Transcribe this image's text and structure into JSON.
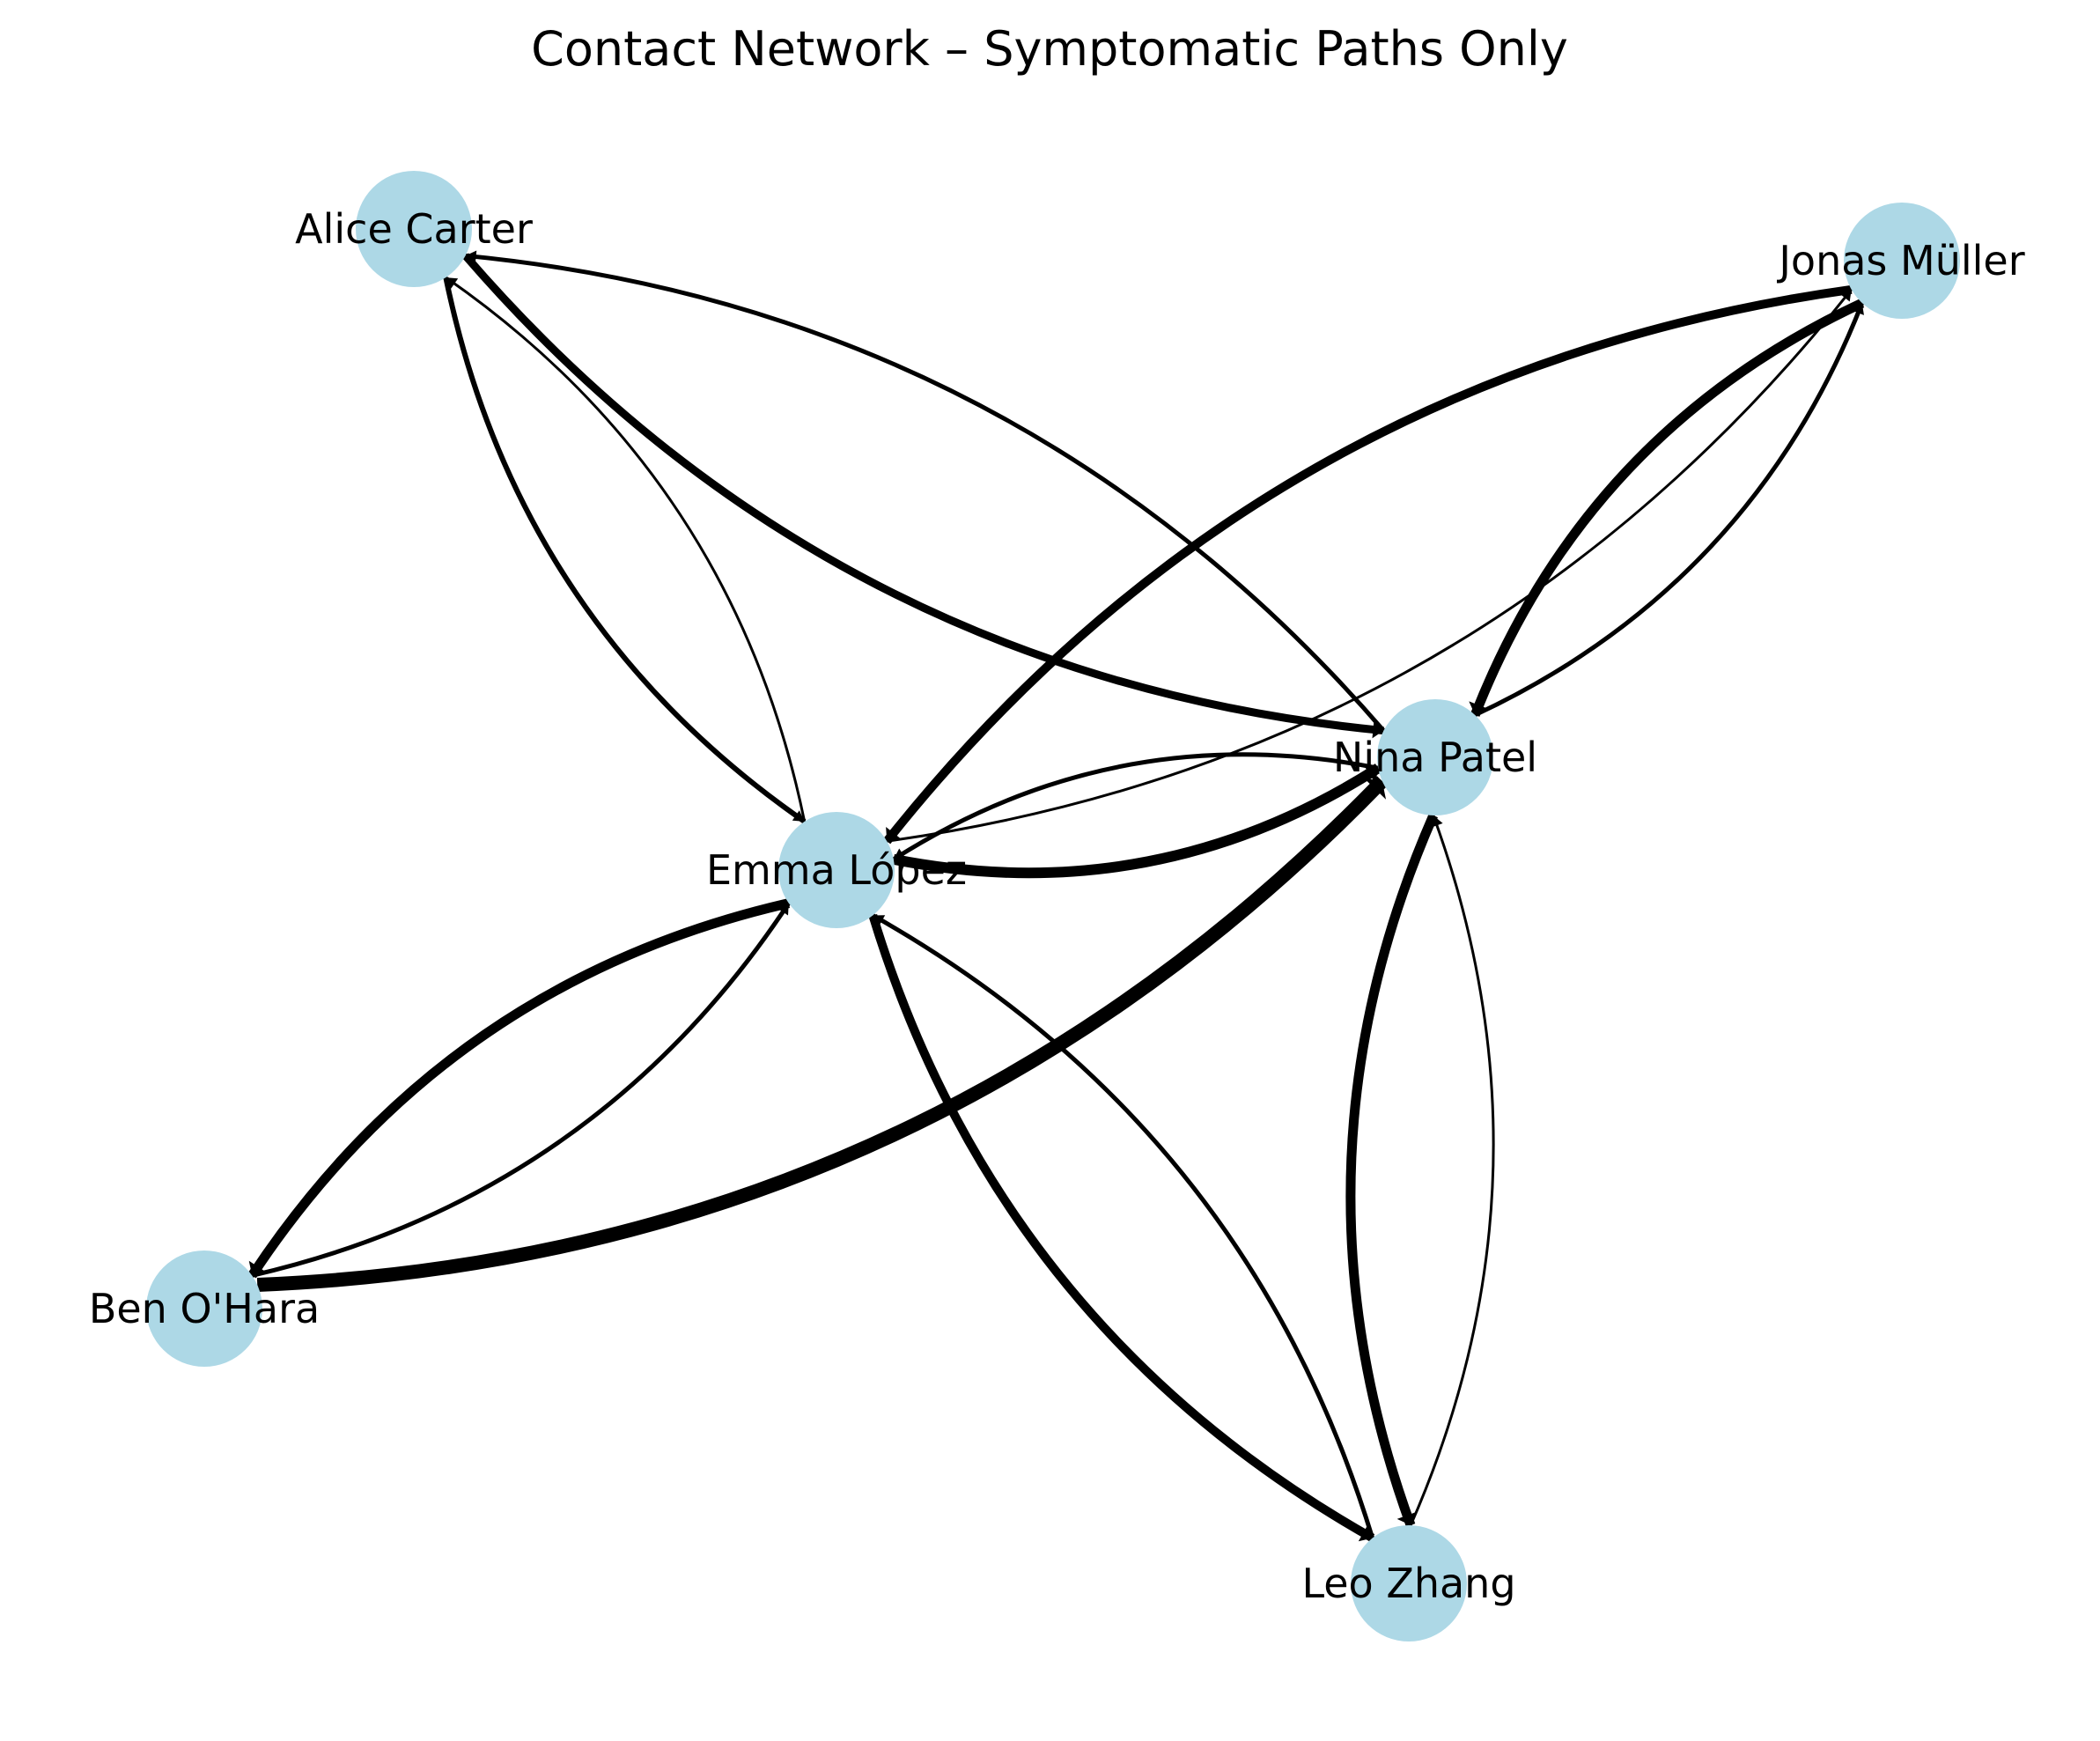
{
  "title": "Contact Network – Symptomatic Paths Only",
  "node_color": "#add8e6",
  "edge_color": "#000000",
  "nodes": [
    {
      "id": "alice",
      "label": "Alice Carter"
    },
    {
      "id": "jonas",
      "label": "Jonas Müller"
    },
    {
      "id": "nina",
      "label": "Nina Patel"
    },
    {
      "id": "emma",
      "label": "Emma López"
    },
    {
      "id": "ben",
      "label": "Ben O'Hara"
    },
    {
      "id": "leo",
      "label": "Leo Zhang"
    }
  ],
  "edges": [
    {
      "source": "alice",
      "target": "nina"
    },
    {
      "source": "nina",
      "target": "alice"
    },
    {
      "source": "alice",
      "target": "emma"
    },
    {
      "source": "emma",
      "target": "alice"
    },
    {
      "source": "jonas",
      "target": "emma"
    },
    {
      "source": "emma",
      "target": "jonas"
    },
    {
      "source": "jonas",
      "target": "nina"
    },
    {
      "source": "nina",
      "target": "jonas"
    },
    {
      "source": "emma",
      "target": "nina"
    },
    {
      "source": "nina",
      "target": "emma"
    },
    {
      "source": "emma",
      "target": "ben"
    },
    {
      "source": "ben",
      "target": "emma"
    },
    {
      "source": "ben",
      "target": "nina"
    },
    {
      "source": "emma",
      "target": "leo"
    },
    {
      "source": "leo",
      "target": "emma"
    },
    {
      "source": "nina",
      "target": "leo"
    },
    {
      "source": "leo",
      "target": "nina"
    }
  ]
}
